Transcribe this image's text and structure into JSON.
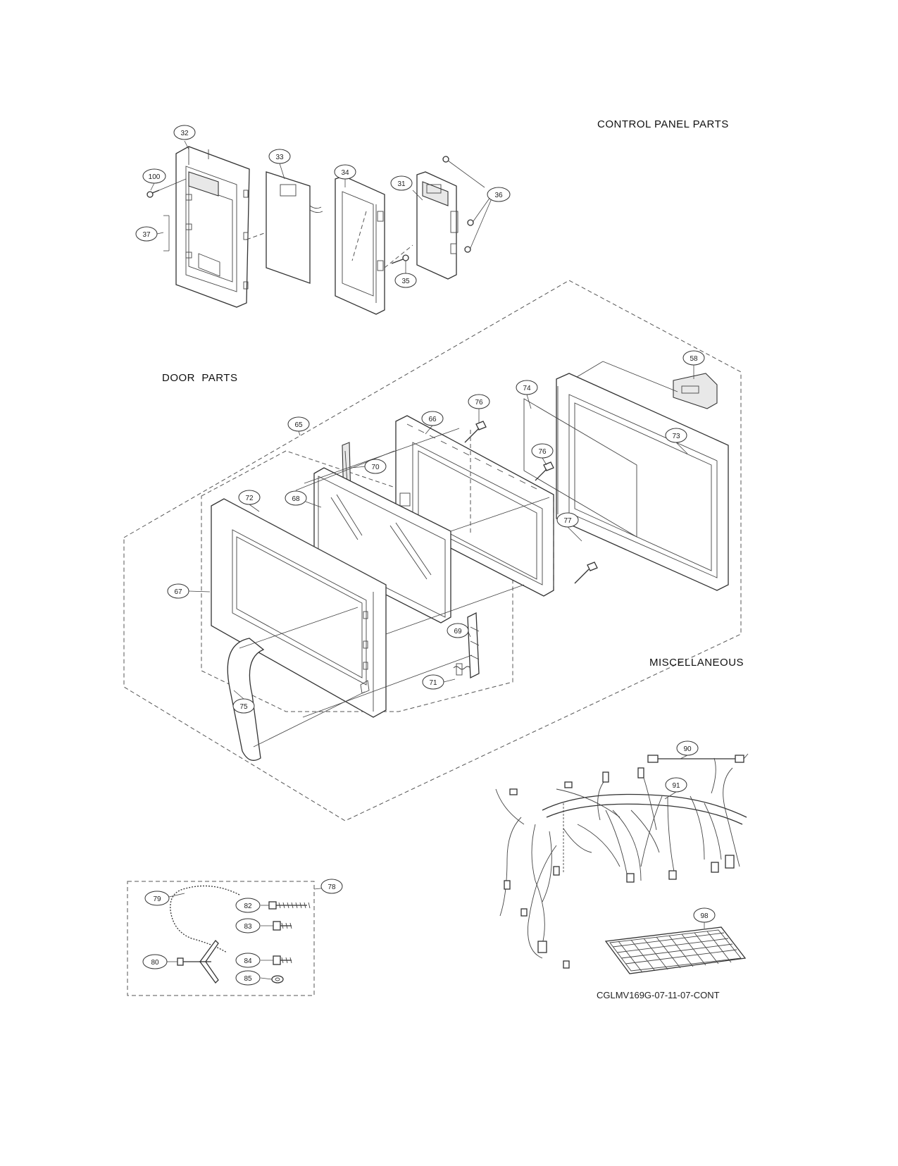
{
  "sections": {
    "control_panel": "CONTROL PANEL PARTS",
    "door": "DOOR  PARTS",
    "misc": "MISCELLANEOUS"
  },
  "drawing_code": "CGLMV169G-07-11-07-CONT",
  "callouts": {
    "p32": "32",
    "p100": "100",
    "p37": "37",
    "p33": "33",
    "p34": "34",
    "p31": "31",
    "p36": "36",
    "p35": "35",
    "p58": "58",
    "p74": "74",
    "p76a": "76",
    "p66": "66",
    "p65": "65",
    "p70": "70",
    "p73": "73",
    "p76b": "76",
    "p72": "72",
    "p68": "68",
    "p77": "77",
    "p67": "67",
    "p69": "69",
    "p71": "71",
    "p75": "75",
    "p90": "90",
    "p91": "91",
    "p98": "98",
    "p78": "78",
    "p79": "79",
    "p82": "82",
    "p83": "83",
    "p80": "80",
    "p84": "84",
    "p85": "85"
  }
}
